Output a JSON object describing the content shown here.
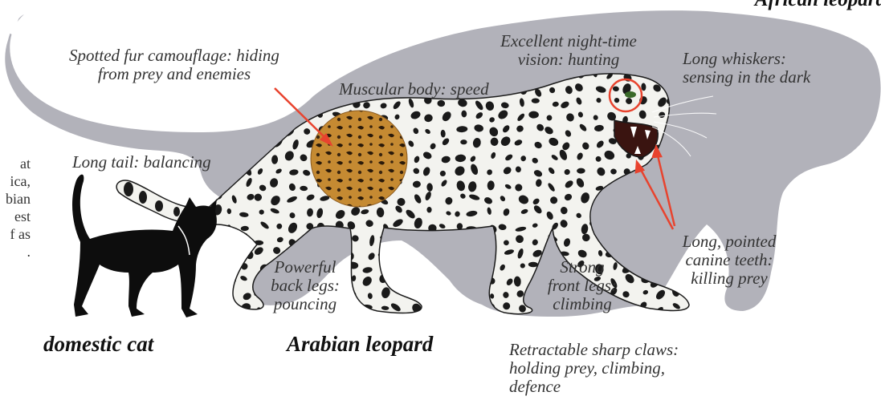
{
  "corner_title": "African leopard",
  "side_text": "at\nica,\nbian\nest\nf as\n.",
  "names": {
    "cat": "domestic cat",
    "arabian": "Arabian leopard"
  },
  "labels": {
    "fur": "Spotted fur camouflage: hiding\nfrom prey and enemies",
    "vision": "Excellent night-time\nvision: hunting",
    "whiskers": "Long whiskers:\nsensing in the dark",
    "muscular": "Muscular body: speed",
    "tail": "Long tail: balancing",
    "back_legs": "Powerful\nback legs:\npouncing",
    "front_legs": "Strong\nfront legs:\nclimbing",
    "teeth": "Long, pointed\ncanine teeth:\nkilling prey",
    "claws": "Retractable sharp claws:\nholding prey, climbing,\ndefence"
  },
  "colors": {
    "silhouette": "#b2b2ba",
    "leopard_body": "#f3f3ef",
    "spots": "#1a1a1a",
    "fur_inset": "#c58a32",
    "pointer": "#e8432e",
    "cat": "#0d0d0d",
    "text": "#333333"
  }
}
